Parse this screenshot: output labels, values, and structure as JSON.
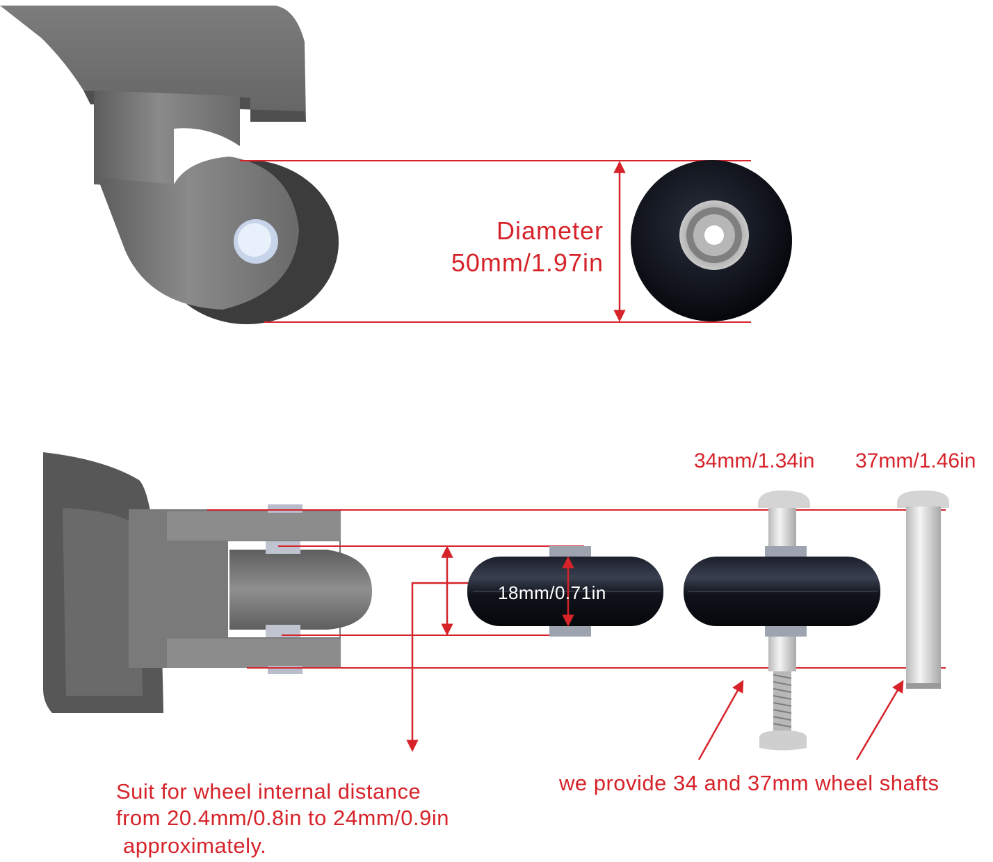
{
  "diameter": {
    "label": "Diameter",
    "value": "50mm/1.97in"
  },
  "wheel_width": {
    "value": "18mm/0.71in"
  },
  "shaft_lengths": {
    "short": "34mm/1.34in",
    "long": "37mm/1.46in"
  },
  "internal_distance": {
    "line1": "Suit for wheel internal distance",
    "line2": "from 20.4mm/0.8in to 24mm/0.9in",
    "line3": "approximately."
  },
  "shafts_note": "we provide 34 and 37mm wheel shafts",
  "colors": {
    "annotation_red": "#d6232a",
    "housing_gray": "#6f6f6f",
    "wheel_black": "#0d1017"
  },
  "icons": [
    "caster-housing-side",
    "caster-housing-front",
    "wheel-front",
    "wheel-side",
    "axle-shaft-34",
    "axle-shaft-37",
    "dimension-arrow"
  ]
}
